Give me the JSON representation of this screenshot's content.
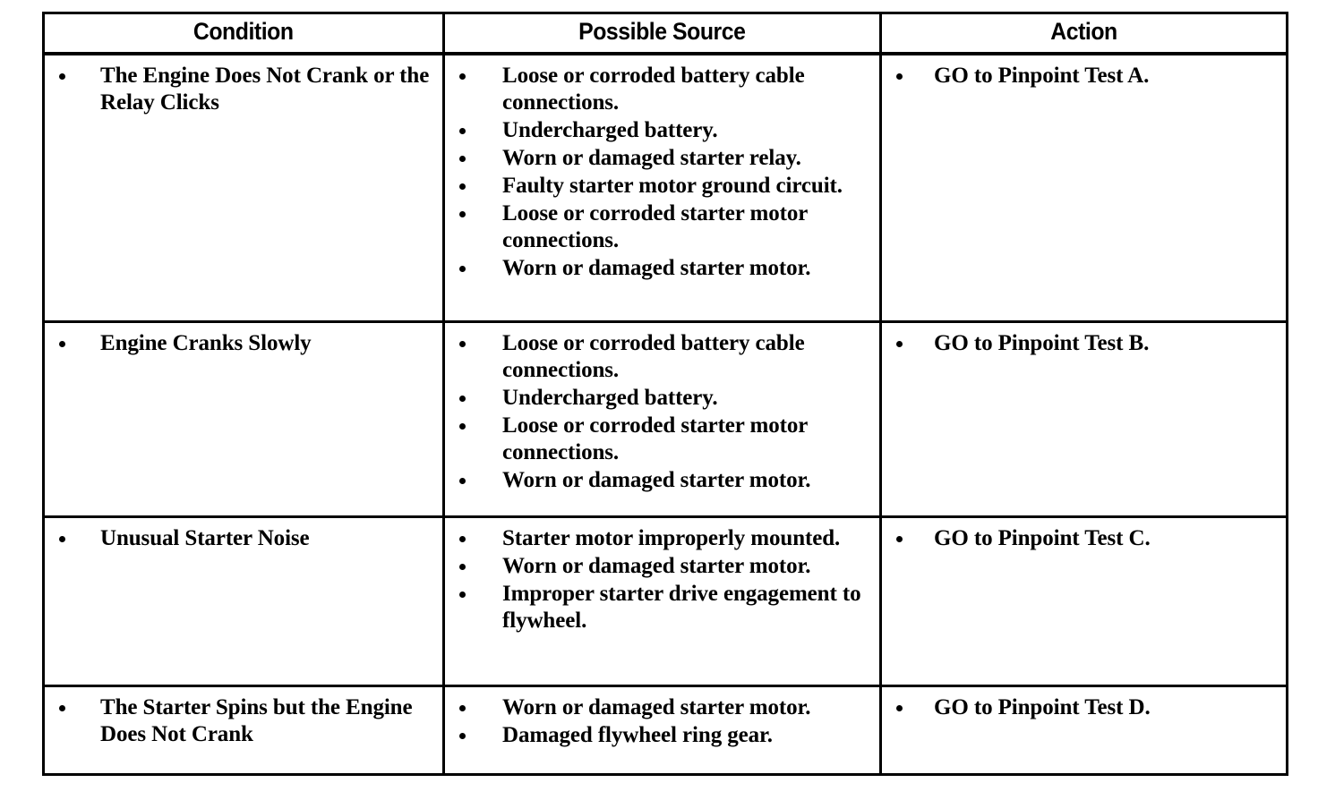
{
  "document": {
    "kind": "diagnostic-table",
    "bullet_glyph": "•",
    "ink_color": "#000000",
    "paper_color": "#ffffff"
  },
  "table": {
    "columns": [
      {
        "key": "condition",
        "header": "Condition"
      },
      {
        "key": "source",
        "header": "Possible Source"
      },
      {
        "key": "action",
        "header": "Action"
      }
    ],
    "rows": [
      {
        "condition": [
          "The Engine Does Not Crank or the Relay Clicks"
        ],
        "source": [
          "Loose or corroded battery cable connections.",
          "Undercharged battery.",
          "Worn or damaged starter relay.",
          "Faulty starter motor ground circuit.",
          "Loose or corroded starter motor connections.",
          "Worn or damaged starter motor."
        ],
        "action": [
          "GO to Pinpoint Test A."
        ]
      },
      {
        "condition": [
          "Engine Cranks Slowly"
        ],
        "source": [
          "Loose or corroded battery cable connections.",
          "Undercharged battery.",
          "Loose or corroded starter motor connections.",
          "Worn or damaged starter motor."
        ],
        "action": [
          "GO to Pinpoint Test B."
        ]
      },
      {
        "condition": [
          "Unusual Starter Noise"
        ],
        "source": [
          "Starter motor improperly mounted.",
          "Worn or damaged starter motor.",
          "Improper starter drive engagement to flywheel."
        ],
        "action": [
          "GO to Pinpoint Test C."
        ]
      },
      {
        "condition": [
          "The Starter Spins but the Engine Does Not Crank"
        ],
        "source": [
          "Worn or damaged starter motor.",
          "Damaged flywheel ring gear."
        ],
        "action": [
          "GO to Pinpoint Test D."
        ]
      }
    ]
  }
}
